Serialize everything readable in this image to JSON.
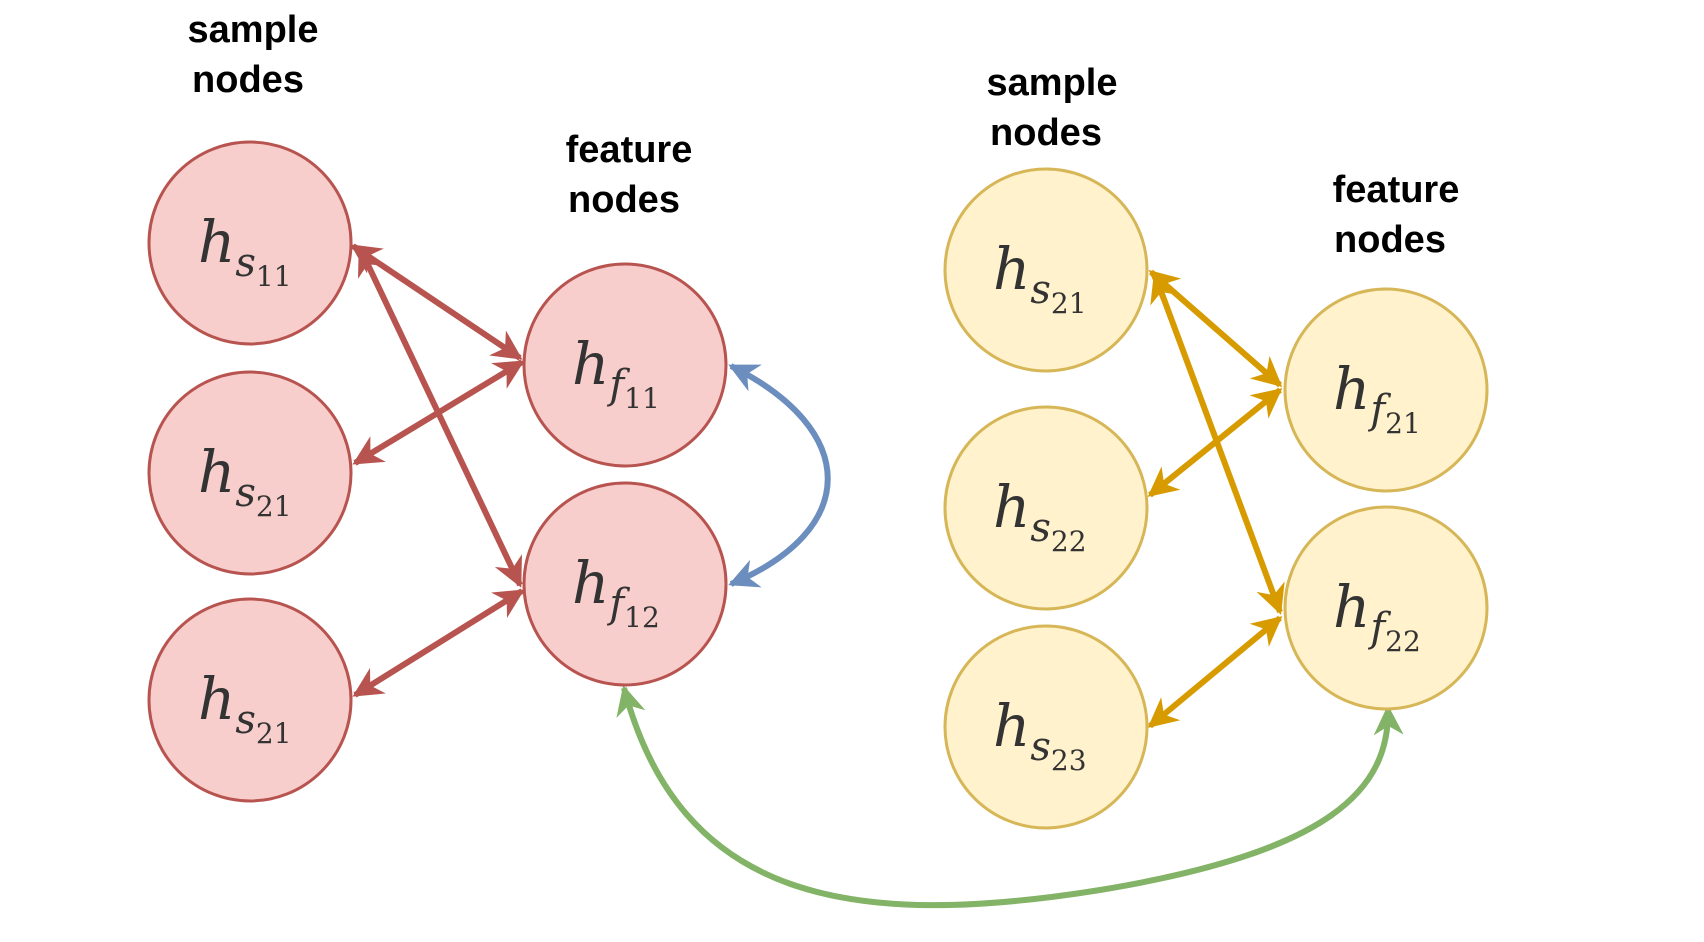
{
  "colors": {
    "red_fill": "#f8cecc",
    "red_stroke": "#b85450",
    "yellow_fill": "#fff2cc",
    "yellow_stroke": "#d6b656",
    "red_edge": "#b85450",
    "yellow_edge": "#d79b00",
    "blue_edge": "#6c8ebf",
    "green_edge": "#82b366"
  },
  "labels": {
    "g1_sample_line1": "sample",
    "g1_sample_line2": "nodes",
    "g1_feature_line1": "feature",
    "g1_feature_line2": "nodes",
    "g2_sample_line1": "sample",
    "g2_sample_line2": "nodes",
    "g2_feature_line1": "feature",
    "g2_feature_line2": "nodes"
  },
  "nodes": {
    "n1": {
      "base": "h",
      "sub": "s",
      "num": "11"
    },
    "n2": {
      "base": "h",
      "sub": "s",
      "num": "21"
    },
    "n3": {
      "base": "h",
      "sub": "s",
      "num": "21"
    },
    "n4": {
      "base": "h",
      "sub": "f",
      "num": "11"
    },
    "n5": {
      "base": "h",
      "sub": "f",
      "num": "12"
    },
    "n6": {
      "base": "h",
      "sub": "s",
      "num": "21"
    },
    "n7": {
      "base": "h",
      "sub": "s",
      "num": "22"
    },
    "n8": {
      "base": "h",
      "sub": "s",
      "num": "23"
    },
    "n9": {
      "base": "h",
      "sub": "f",
      "num": "21"
    },
    "n10": {
      "base": "h",
      "sub": "f",
      "num": "22"
    }
  }
}
